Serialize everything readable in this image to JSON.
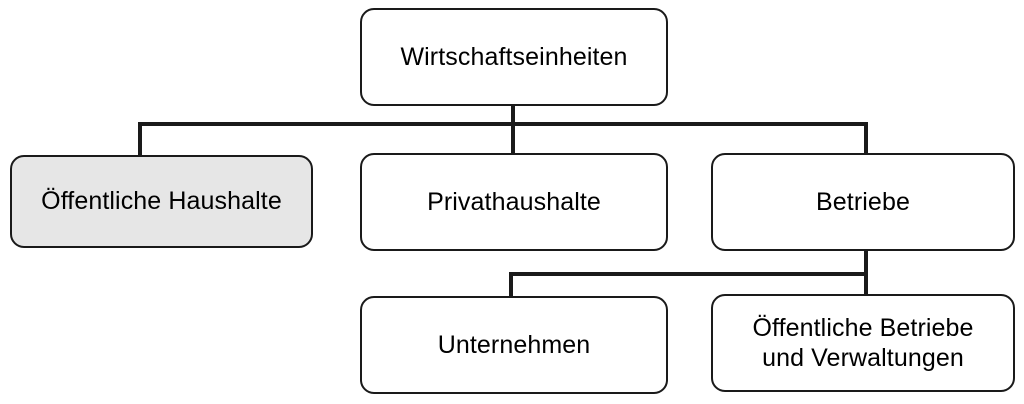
{
  "diagram": {
    "title": "Wirtschaftseinheiten",
    "type": "hierarchy-tree",
    "colors": {
      "stroke": "#1a1a1a",
      "node_fill": "#ffffff",
      "highlight_fill": "#e6e6e6",
      "text": "#000000",
      "background": "#ffffff"
    },
    "nodes": {
      "root": {
        "label": "Wirtschaftseinheiten",
        "level": 1
      },
      "oeffentliche_haushalte": {
        "label": "Öffentliche Haushalte",
        "level": 2,
        "highlighted": "true"
      },
      "privathaushalte": {
        "label": "Privathaushalte",
        "level": 2
      },
      "betriebe": {
        "label": "Betriebe",
        "level": 2
      },
      "unternehmen": {
        "label": "Unternehmen",
        "level": 3
      },
      "oeffentliche_betriebe": {
        "label": "Öffentliche Betriebe\nund Verwaltungen",
        "level": 3
      }
    }
  }
}
